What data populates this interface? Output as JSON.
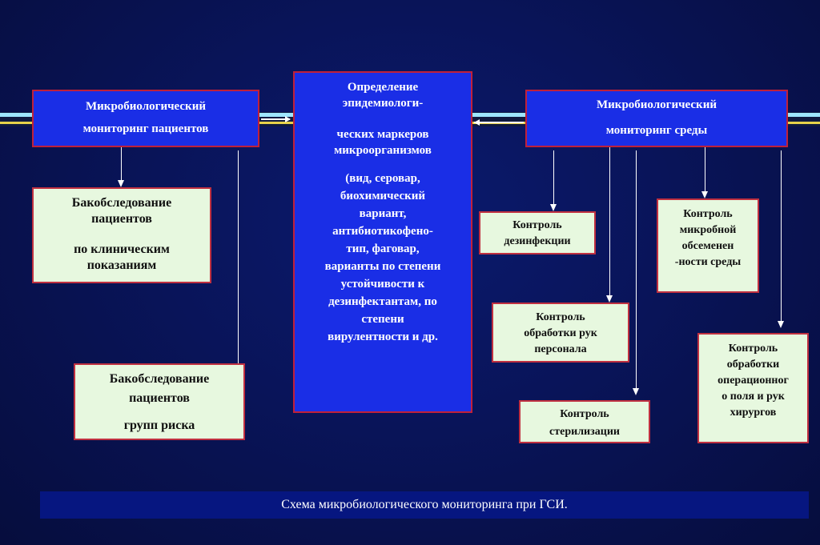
{
  "patients_monitoring": {
    "line1": "Микробиологический",
    "line2": "мониторинг пациентов"
  },
  "environment_monitoring": {
    "line1": "Микробиологический",
    "line2": "мониторинг среды"
  },
  "markers": {
    "line1": "Определение",
    "line2": "эпидемиологи-",
    "line3": "ческих маркеров",
    "line4": "микроорганизмов",
    "line5": "(вид, серовар,",
    "line6": "биохимический",
    "line7": "вариант,",
    "line8": "антибиотикофено-",
    "line9": "тип, фаговар,",
    "line10": "варианты по степени",
    "line11": "устойчивости к",
    "line12": "дезинфектантам, по",
    "line13": "степени",
    "line14": "вирулентности и др."
  },
  "patient_tests": [
    {
      "line1": "Бакобследование",
      "line2": "пациентов",
      "line3": "по клиническим",
      "line4": "показаниям"
    },
    {
      "line1": "Бакобследование",
      "line2": "пациентов",
      "line3": "групп риска"
    }
  ],
  "environment_controls": {
    "disinfection": {
      "line1": "Контроль",
      "line2": "дезинфекции"
    },
    "hands": {
      "line1": "Контроль",
      "line2": "обработки рук",
      "line3": "персонала"
    },
    "sterilization": {
      "line1": "Контроль",
      "line2": "стерилизации"
    },
    "contamination": {
      "line1": "Контроль",
      "line2": "микробной",
      "line3": "обсеменен",
      "line4": "-ности среды"
    },
    "surgical": {
      "line1": "Контроль",
      "line2": "обработки",
      "line3": "операционног",
      "line4": "о поля и рук",
      "line5": "хирургов"
    }
  },
  "caption": "Схема микробиологического мониторинга при ГСИ."
}
